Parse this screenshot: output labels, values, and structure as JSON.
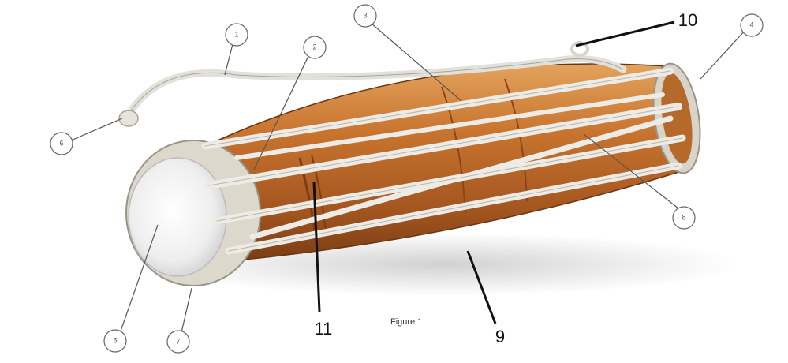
{
  "figure": {
    "caption": "Figure 1"
  },
  "callouts": {
    "c1": "1",
    "c2": "2",
    "c3": "3",
    "c4": "4",
    "c5": "5",
    "c6": "6",
    "c7": "7",
    "c8": "8"
  },
  "bold_labels": {
    "n9": "9",
    "n10": "10",
    "n11": "11"
  },
  "colors": {
    "wood": "#c8742f",
    "wood_dark": "#8a4518",
    "strap": "#e9e6df",
    "head": "#f4f4f4"
  }
}
